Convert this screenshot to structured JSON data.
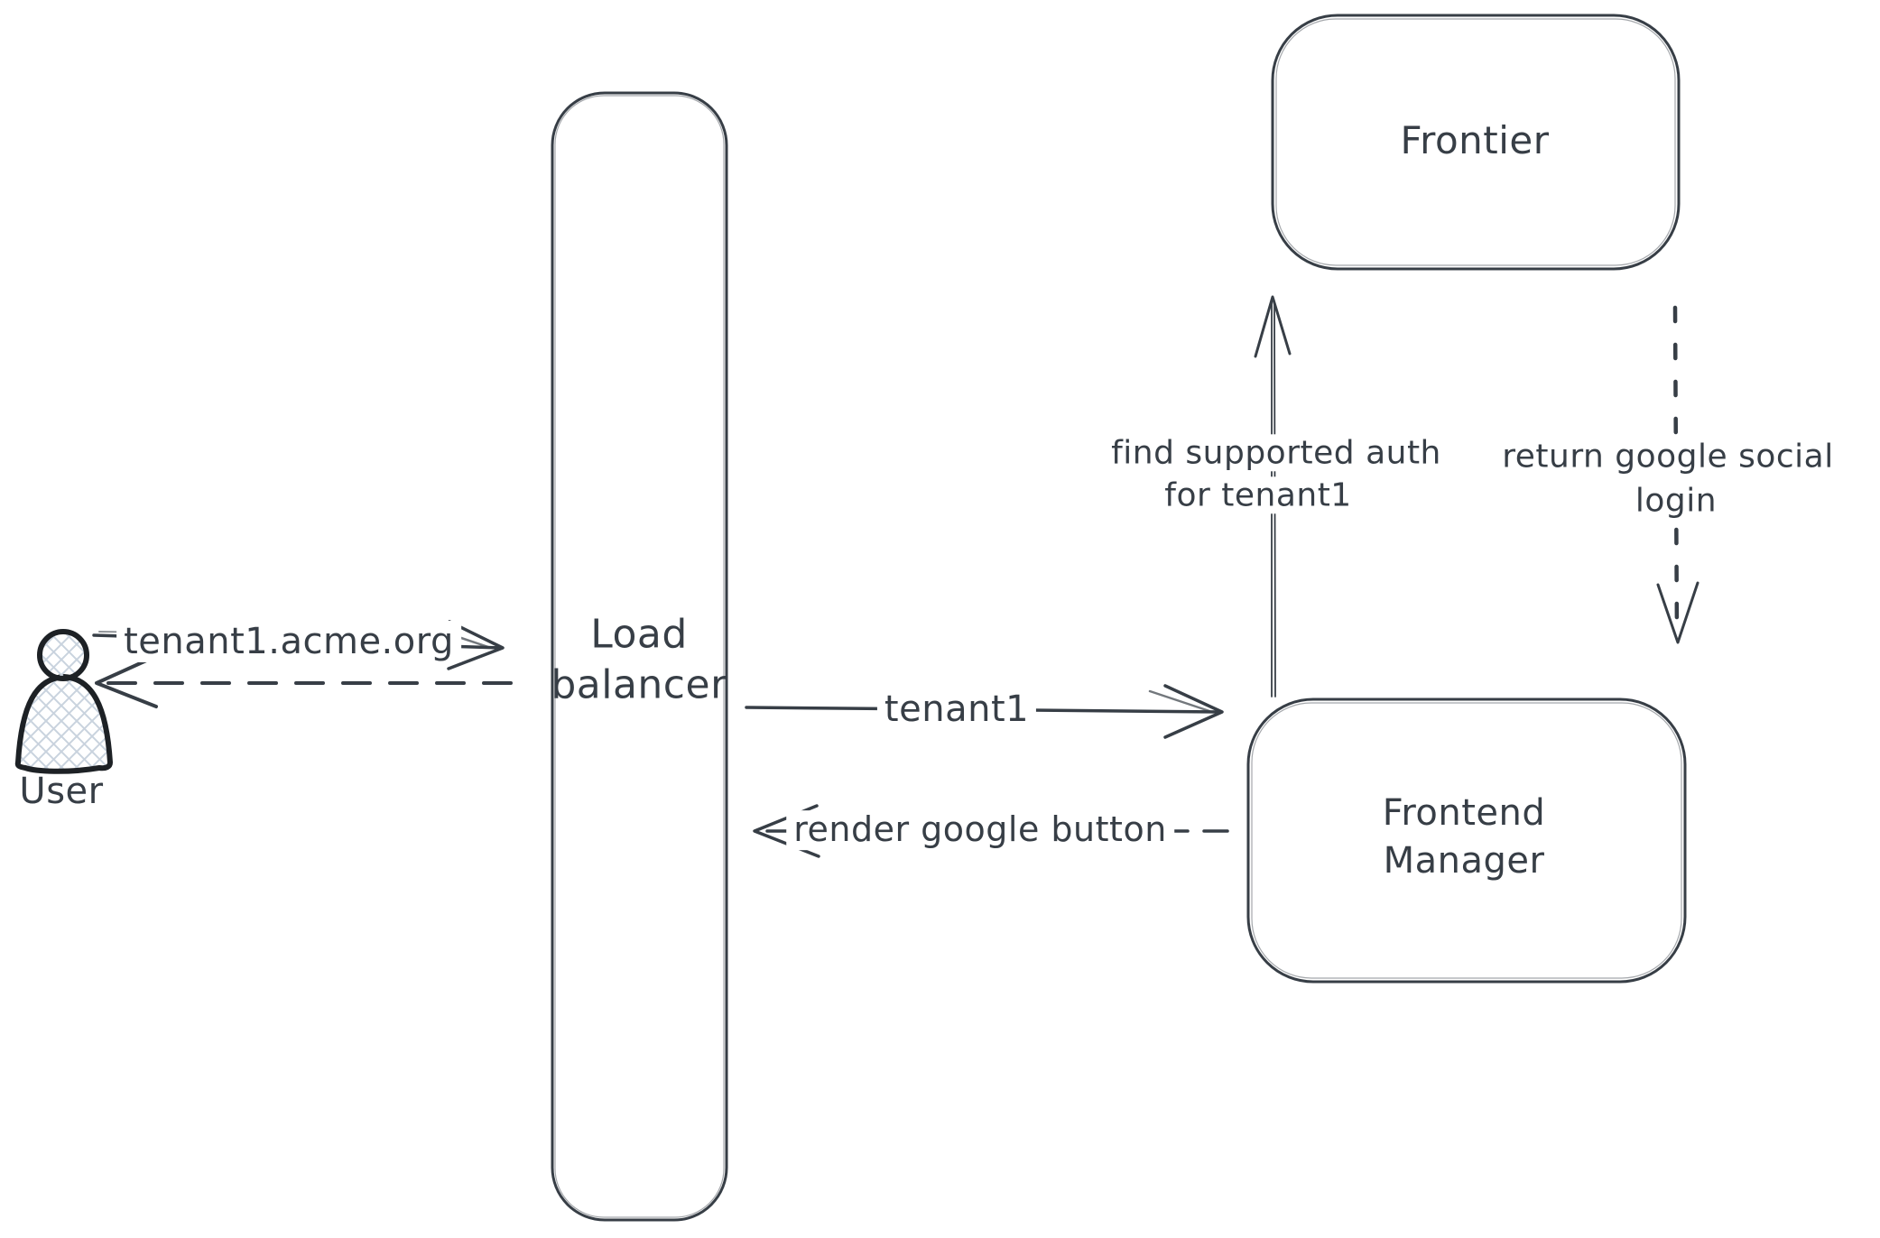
{
  "diagram": {
    "colors": {
      "stroke": "#373e46",
      "person_stroke": "#1d2125",
      "hatch_fill_lines": "#c9d3de",
      "background": "#ffffff"
    },
    "nodes": {
      "user": {
        "label": "User"
      },
      "load_balancer": {
        "line1": "Load",
        "line2": "balancer"
      },
      "frontier": {
        "label": "Frontier"
      },
      "frontend_manager": {
        "line1": "Frontend",
        "line2": "Manager"
      }
    },
    "edges": {
      "user_request": {
        "label": "tenant1.acme.org",
        "style": "solid",
        "direction": "user-to-load-balancer"
      },
      "user_response": {
        "label": "",
        "style": "dashed",
        "direction": "load-balancer-to-user"
      },
      "tenant_route": {
        "label": "tenant1",
        "style": "solid",
        "direction": "load-balancer-to-frontend-manager"
      },
      "render_button": {
        "label": "render google button",
        "style": "dashed",
        "direction": "frontend-manager-to-load-balancer"
      },
      "find_auth": {
        "line1": "find supported auth",
        "line2": "for tenant1",
        "style": "solid",
        "direction": "frontend-manager-to-frontier"
      },
      "return_login": {
        "line1": "return google social",
        "line2": "login",
        "style": "dashed",
        "direction": "frontier-to-frontend-manager"
      }
    }
  }
}
